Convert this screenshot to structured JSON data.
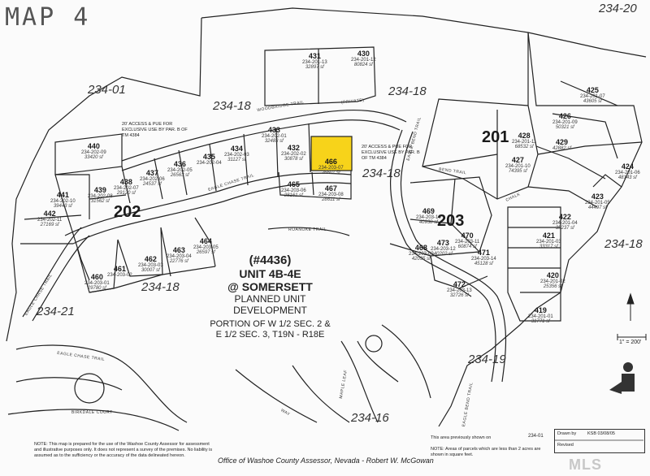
{
  "map_title": "MAP 4",
  "book_labels": {
    "b234_20": "234-20",
    "b234_01": "234-01",
    "b234_18_top": "234-18",
    "b234_18_mid": "234-18",
    "b234_18_right": "234-18",
    "b234_18_mid2": "234-18",
    "b234_18_low": "234-18",
    "b234_21": "234-21",
    "b234_19": "234-19",
    "b234_16": "234-16"
  },
  "blocks": {
    "b201": "201",
    "b202": "202",
    "b203": "203"
  },
  "parcels": [
    {
      "key": "p431",
      "num": "431",
      "pid": "234-201-13",
      "area": "32897 sf"
    },
    {
      "key": "p430",
      "num": "430",
      "pid": "234-201-12",
      "area": "80824 sf"
    },
    {
      "key": "p440",
      "num": "440",
      "pid": "234-202-09",
      "area": "33420 sf"
    },
    {
      "key": "p433",
      "num": "433",
      "pid": "234-202-01",
      "area": "32483 sf"
    },
    {
      "key": "p432",
      "num": "432",
      "pid": "234-202-02",
      "area": "30878 sf"
    },
    {
      "key": "p434",
      "num": "434",
      "pid": "234-202-03",
      "area": "31127 sf"
    },
    {
      "key": "p435",
      "num": "435",
      "pid": "234-202-04",
      "area": ""
    },
    {
      "key": "p436",
      "num": "436",
      "pid": "234-202-05",
      "area": "26563 sf"
    },
    {
      "key": "p437",
      "num": "437",
      "pid": "234-202-06",
      "area": "24537 sf"
    },
    {
      "key": "p438",
      "num": "438",
      "pid": "234-202-07",
      "area": "29120 sf"
    },
    {
      "key": "p439",
      "num": "439",
      "pid": "234-202-08",
      "area": "31562 sf"
    },
    {
      "key": "p441",
      "num": "441",
      "pid": "234-202-10",
      "area": "39443 sf"
    },
    {
      "key": "p442",
      "num": "442",
      "pid": "234-202-11",
      "area": "27169 sf"
    },
    {
      "key": "p466",
      "num": "466",
      "pid": "234-203-07",
      "area": "26601 sf"
    },
    {
      "key": "p465",
      "num": "465",
      "pid": "234-203-06",
      "area": "28161 sf"
    },
    {
      "key": "p467",
      "num": "467",
      "pid": "234-203-08",
      "area": "28611 sf"
    },
    {
      "key": "p464",
      "num": "464",
      "pid": "234-203-05",
      "area": "26597 sf"
    },
    {
      "key": "p463",
      "num": "463",
      "pid": "234-203-04",
      "area": "22776 sf"
    },
    {
      "key": "p462",
      "num": "462",
      "pid": "234-203-03",
      "area": "30007 sf"
    },
    {
      "key": "p461",
      "num": "461",
      "pid": "234-203-02",
      "area": ""
    },
    {
      "key": "p460",
      "num": "460",
      "pid": "234-203-01",
      "area": "29780 sf"
    },
    {
      "key": "p428",
      "num": "428",
      "pid": "234-201-11",
      "area": "68532 sf"
    },
    {
      "key": "p427",
      "num": "427",
      "pid": "234-201-10",
      "area": "74395 sf"
    },
    {
      "key": "p426",
      "num": "426",
      "pid": "234-201-09",
      "area": "50321 sf"
    },
    {
      "key": "p425",
      "num": "425",
      "pid": "234-201-07",
      "area": "43605 sf"
    },
    {
      "key": "p424",
      "num": "424",
      "pid": "234-201-06",
      "area": "48143 sf"
    },
    {
      "key": "p423",
      "num": "423",
      "pid": "234-201-05",
      "area": "44497 sf"
    },
    {
      "key": "p422",
      "num": "422",
      "pid": "234-201-04",
      "area": "35237 sf"
    },
    {
      "key": "p421",
      "num": "421",
      "pid": "234-201-03",
      "area": "33317 sf"
    },
    {
      "key": "p420",
      "num": "420",
      "pid": "234-201-02",
      "area": "25356 sf"
    },
    {
      "key": "p419",
      "num": "419",
      "pid": "234-201-01",
      "area": "31771 sf"
    },
    {
      "key": "p469",
      "num": "469",
      "pid": "234-203-10",
      "area": "40938 sf"
    },
    {
      "key": "p470",
      "num": "470",
      "pid": "234-203-11",
      "area": "60874 sf"
    },
    {
      "key": "p468",
      "num": "468",
      "pid": "234-203-09",
      "area": "42035 sf"
    },
    {
      "key": "p473",
      "num": "473",
      "pid": "234-203-12",
      "area": "40202 sf"
    },
    {
      "key": "p471",
      "num": "471",
      "pid": "234-203-14",
      "area": "45128 sf"
    },
    {
      "key": "p472",
      "num": "472",
      "pid": "234-203-13",
      "area": "32726 sf"
    },
    {
      "key": "p429",
      "num": "429",
      "pid": "",
      "area": "42882 sf"
    }
  ],
  "streets": {
    "woodbridge": "WOODBRIDGE TRAIL",
    "private": "(PRIVATE)",
    "eagle_chase_trail": "EAGLE CHASE TRAIL",
    "eagle_chase_left": "EAGLE CHASE TRAIL",
    "roanoke": "ROANOKE TRAIL",
    "bend_trail": "BEND TRAIL",
    "eagle_bend_trail": "EAGLE BEND TRAIL",
    "chalk": "CHALK",
    "eagle_chase_low": "EAGLE CHASE TRAIL",
    "birkdale": "BIRKDALE COURT",
    "maple_leaf": "MAPLE LEAF",
    "way": "WAY",
    "eagle_bend_low": "EAGLE BEND TRAIL"
  },
  "easement_notes": {
    "left": "20' ACCESS & PUE FOR EXCLUSIVE USE BY PAR. B OF TM 4384",
    "right": "20' ACCESS & PUE FOR EXCLUSIVE USE BY PAR. B OF TM 4384"
  },
  "center": {
    "id": "(#4436)",
    "unit": "UNIT 4B-4E",
    "place": "@ SOMERSETT",
    "type": "PLANNED UNIT DEVELOPMENT",
    "portion1": "PORTION OF W 1/2 SEC. 2 &",
    "portion2": "E 1/2 SEC. 3, T19N - R18E"
  },
  "notes": {
    "disclaimer": "NOTE: This map is prepared for the use of the Washoe County Assessor for assessment and illustrative purposes only. It does not represent a survey of the premises. No liability is assumed as to the sufficiency or the accuracy of the data delineated hereon.",
    "previously": "This area previously shown on",
    "previously_ref": "234-01",
    "areas": "NOTE: Areas of parcels which are less than 2 acres are shown in square feet."
  },
  "footer": "Office of Washoe County Assessor, Nevada - Robert W. McGowan",
  "title_block": {
    "drawn_by": "Drawn by",
    "drawn_val": "KSB 03/08/05",
    "revised": "Revised"
  },
  "scale": "1\" = 200'",
  "watermark": "MLS",
  "colors": {
    "highlight": "#f7d31a",
    "line": "#222222"
  }
}
